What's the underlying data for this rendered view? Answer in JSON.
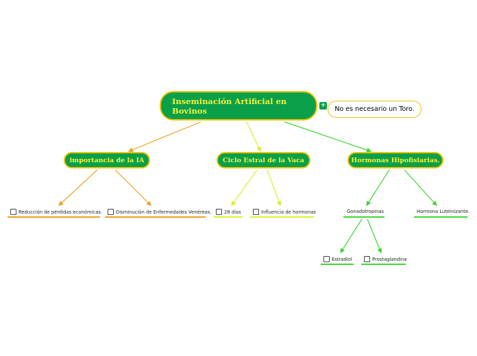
{
  "root": {
    "label": "Inseminación Artificial en Bovinos"
  },
  "note": {
    "label": "No es necesario un Toro."
  },
  "branches": [
    {
      "label": "importancia de la IA"
    },
    {
      "label": "Ciclo Estral de la Vaca"
    },
    {
      "label": "Hormonas Hipofisiarias."
    }
  ],
  "leaves": {
    "ia1": "Reducción de pérdidas económicas.",
    "ia2": "Disminución de Enfermedades Venéreas.",
    "ce1": "28 días",
    "ce2": "Influencia de hormonas",
    "hh1": "Gonadotropinas",
    "hh2": "Hormona Luteinizante.",
    "go1": "Estradiol",
    "go2": "Prostaglandina"
  },
  "colors": {
    "node_fill": "#0aa04a",
    "node_text": "#f7f23a",
    "node_border": "#f2c200",
    "edge_orange": "#f0a020",
    "edge_yellow": "#d8ef30",
    "edge_green": "#3ad830"
  }
}
